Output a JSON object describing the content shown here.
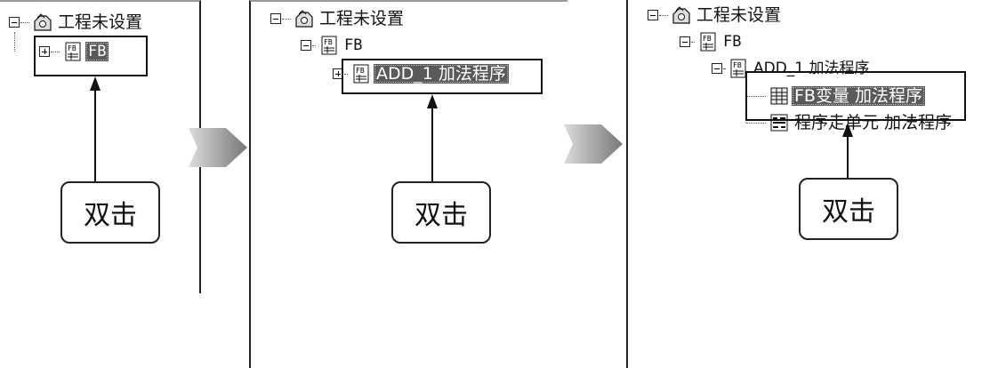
{
  "root_label": "工程未设置",
  "fb_label": "FB",
  "fb_instance_label": "ADD_1 加法程序",
  "fb_variable_label": "FB变量 加法程序",
  "program_unit_label": "程序走单元 加法程序",
  "double_click": "双击"
}
